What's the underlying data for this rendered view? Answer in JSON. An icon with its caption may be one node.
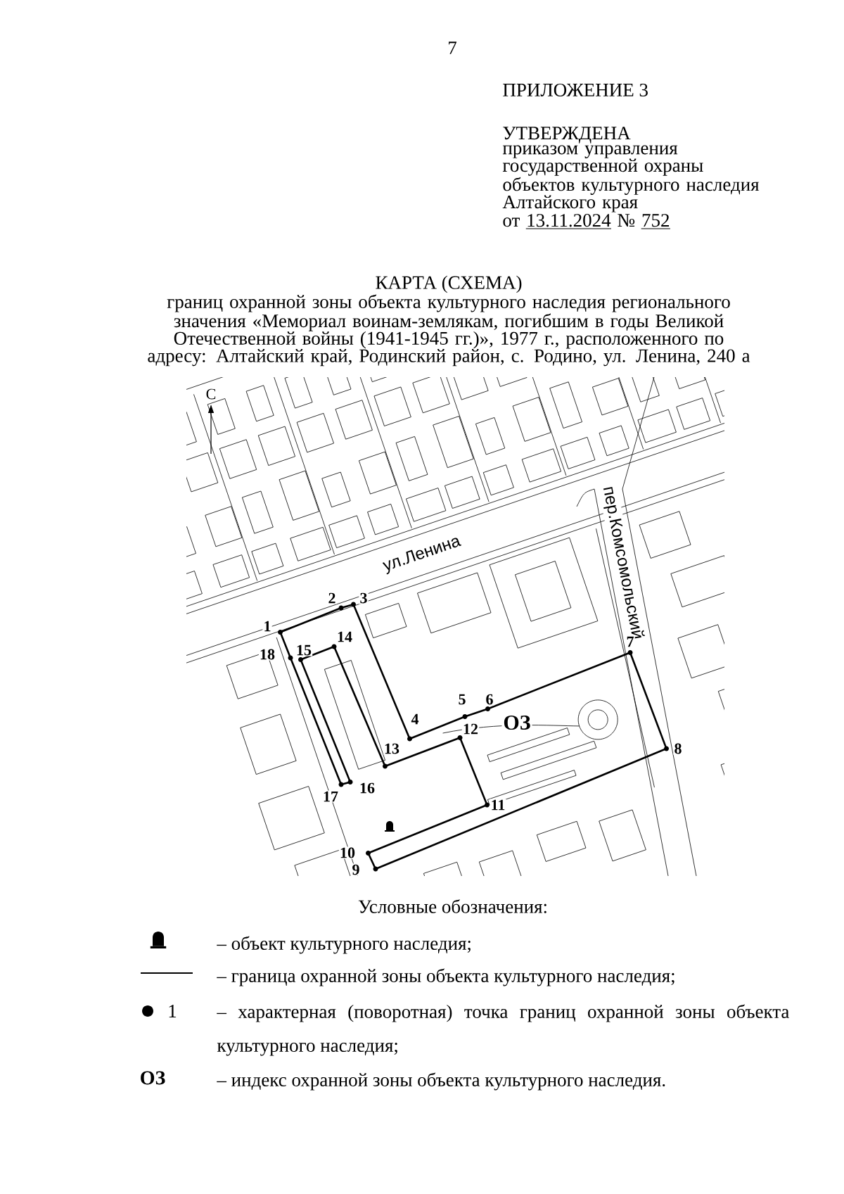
{
  "diagram": {
    "title": "КАРТА (СХЕМА)",
    "labels": [
      "7",
      "ПРИЛОЖЕНИЕ 3",
      "УТВЕРЖДЕНА",
      "приказом управления государственной охраны объектов культурного наследия Алтайского края",
      "от",
      "13.11.2024",
      "№",
      "752",
      "границ охранной зоны объекта культурного наследия регионального значения «Мемориал воинам-землякам, погибшим в годы Великой Отечественной войны (1941-1945 гг.)», 1977 г., расположенного по адресу: Алтайский край, Родинский район, с. Родино, ул. Ленина, 240 а",
      "С",
      "ул.Ленина",
      "пер.Комсомольский",
      "1",
      "2",
      "3",
      "4",
      "5",
      "6",
      "7",
      "8",
      "9",
      "10",
      "11",
      "12",
      "13",
      "14",
      "15",
      "16",
      "17",
      "18",
      "ОЗ",
      "Условные обозначения:",
      "1",
      "ОЗ"
    ],
    "legend": [
      {
        "text": "– объект культурного наследия;"
      },
      {
        "text": "– граница охранной зоны объекта культурного наследия;"
      },
      {
        "text": "– характерная (поворотная) точка границ охранной зоны объекта культурного наследия;"
      },
      {
        "text": "– индекс охранной зоны объекта культурного наследия."
      }
    ]
  }
}
